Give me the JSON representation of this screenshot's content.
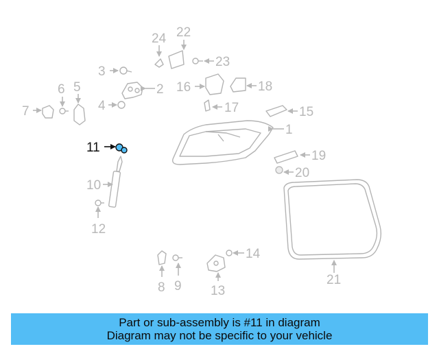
{
  "diagram": {
    "highlight_color": "#53bdf5",
    "highlighted_callout": "11",
    "callouts": [
      "1",
      "2",
      "3",
      "4",
      "5",
      "6",
      "7",
      "8",
      "9",
      "10",
      "11",
      "12",
      "13",
      "14",
      "15",
      "16",
      "17",
      "18",
      "19",
      "20",
      "21",
      "22",
      "23",
      "24"
    ]
  },
  "banner": {
    "line1": "Part or sub-assembly is #11 in diagram",
    "line2": "Diagram may not be specific to your vehicle",
    "background": "#53bdf5"
  }
}
